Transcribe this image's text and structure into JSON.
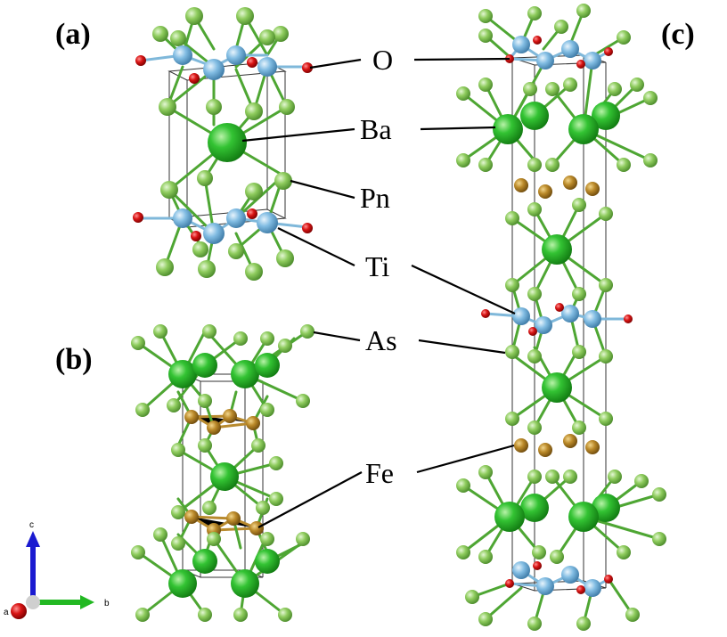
{
  "panels": {
    "a": "(a)",
    "b": "(b)",
    "c": "(c)"
  },
  "species": {
    "O": "O",
    "Ba": "Ba",
    "Pn": "Pn",
    "Ti": "Ti",
    "As": "As",
    "Fe": "Fe"
  },
  "axes": {
    "a": "a",
    "b": "b",
    "c": "c"
  },
  "colors": {
    "Ba": "#22b822",
    "Pn": "#7cc84e",
    "As": "#7cc84e",
    "Ti": "#79b4dc",
    "O": "#d01010",
    "Fe": "#b58324",
    "axis_a": "#c01010",
    "axis_b": "#22b822",
    "axis_c": "#1a1ad0"
  }
}
